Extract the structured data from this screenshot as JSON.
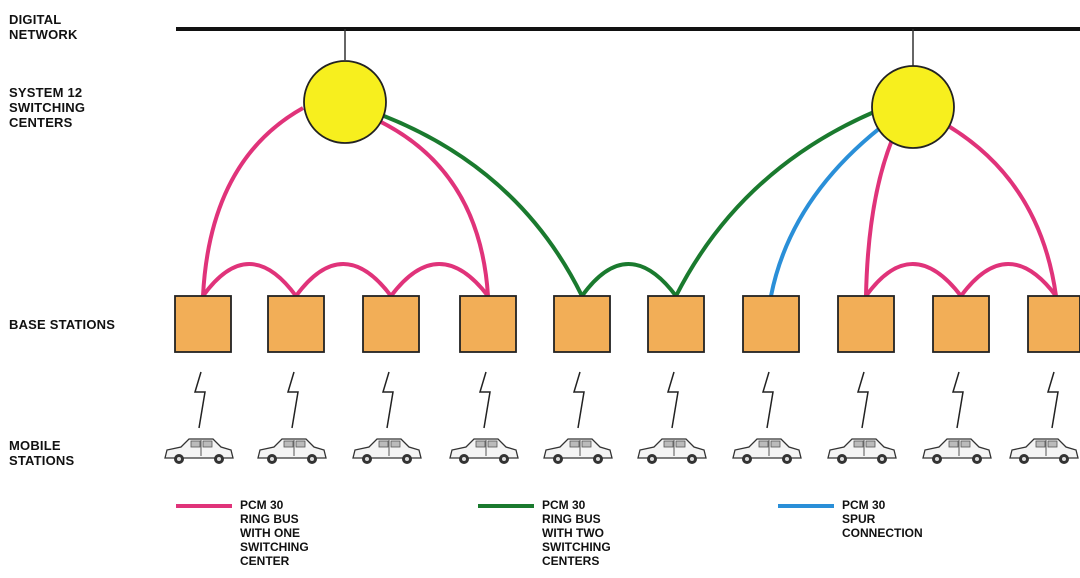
{
  "labels": {
    "digital_network": [
      "DIGITAL",
      "NETWORK"
    ],
    "switching_centers": [
      "SYSTEM 12",
      "SWITCHING",
      "CENTERS"
    ],
    "base_stations": [
      "BASE STATIONS"
    ],
    "mobile_stations": [
      "MOBILE",
      "STATIONS"
    ]
  },
  "legend": [
    {
      "color": "#e0337a",
      "lines": [
        "PCM 30",
        "RING BUS",
        "WITH ONE",
        "SWITCHING",
        "CENTER"
      ]
    },
    {
      "color": "#1a7a2e",
      "lines": [
        "PCM 30",
        "RING BUS",
        "WITH TWO",
        "SWITCHING",
        "CENTERS"
      ]
    },
    {
      "color": "#2a8fd8",
      "lines": [
        "PCM 30",
        "SPUR",
        "CONNECTION"
      ]
    }
  ],
  "colors": {
    "switching_center": "#f7ef1e",
    "base_station": "#f2ae57",
    "network_line": "#111111"
  },
  "counts": {
    "base_stations": 10,
    "switching_centers": 2
  }
}
